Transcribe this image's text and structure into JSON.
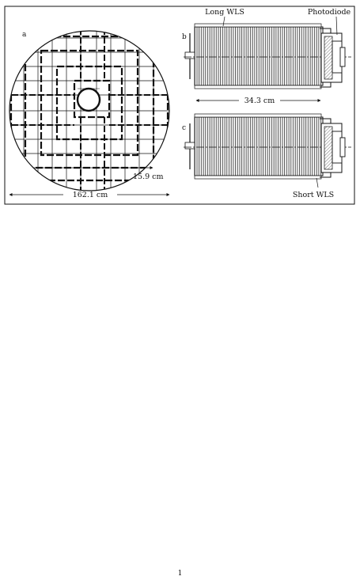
{
  "figure": {
    "panel_a": "a",
    "panel_b": "b",
    "panel_c": "c",
    "label_long_wls": "Long WLS",
    "label_photodiode": "Photodiode",
    "label_short_wls": "Short WLS",
    "dim_diameter": "162.1 cm",
    "dim_module": "15.9 cm",
    "dim_length": "34.3 cm"
  },
  "page": {
    "number": "1"
  }
}
